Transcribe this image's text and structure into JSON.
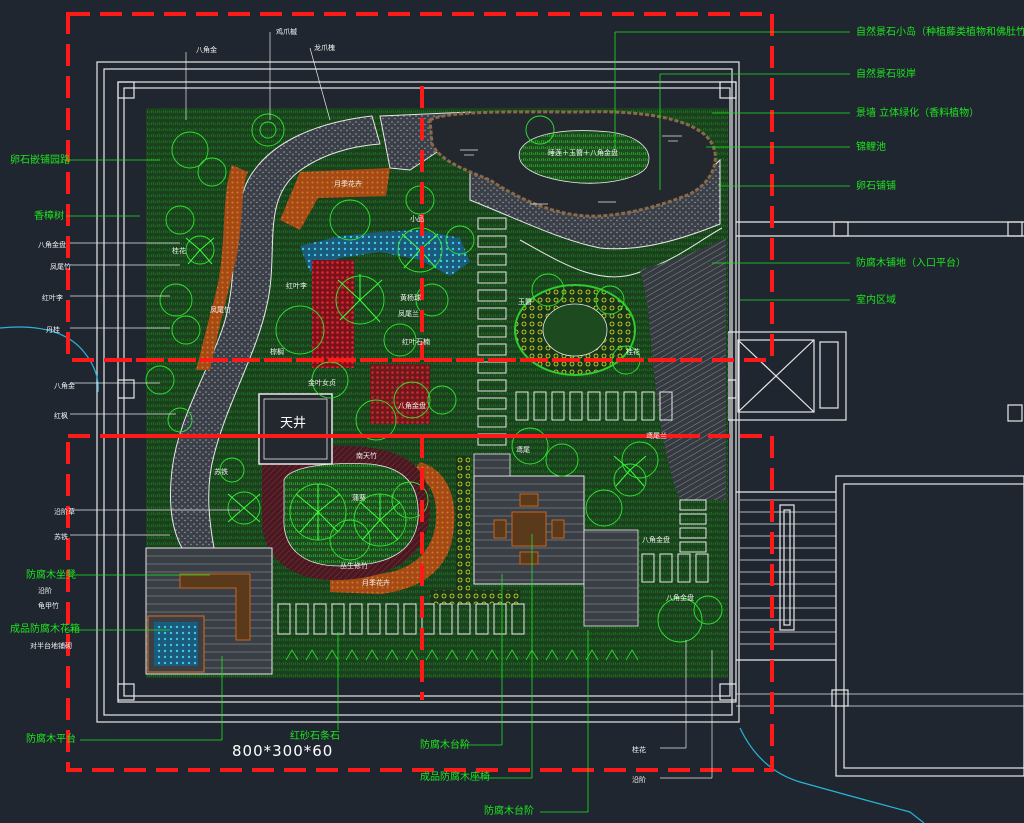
{
  "plan": {
    "skylight_label": "天井",
    "dimension_text": "800*300*60",
    "colors": {
      "background": "#1f2630",
      "zone_border": "#ff1a1a",
      "callout_text": "#1ee61e",
      "linework": "#ffffff",
      "planting": "#19b419",
      "paving_dark": "#3a3f45",
      "timber": "#c8641e",
      "water": "#2fa8d8",
      "red_flowers": "#c81e28"
    },
    "labels_right": [
      "自然景石小岛（种植藤类植物和佛肚竹）",
      "自然景石驳岸",
      "景墙 立体绿化（香料植物）",
      "锦鲤池",
      "卵石铺铺",
      "防腐木铺地（入口平台）",
      "室内区域"
    ],
    "labels_left_green": [
      "卵石嵌铺园路",
      "香樟树",
      "防腐木坐凳",
      "成品防腐木花箱",
      "防腐木平台"
    ],
    "labels_left_white": [
      "八角金盘",
      "凤尾竹",
      "红叶李",
      "丹桂",
      "八角金",
      "红枫",
      "沿阶草",
      "苏铁",
      "沿阶",
      "龟甲竹",
      "对半台地铺砌"
    ],
    "labels_top_white": [
      "八角金",
      "鸡爪槭",
      "龙爪槐"
    ],
    "labels_bottom_green": [
      "红砂石条石",
      "防腐木台阶",
      "成品防腐木座椅",
      "防腐木台阶"
    ],
    "labels_bottom_white": [
      "桂花",
      "沿阶"
    ],
    "labels_interior": [
      "睡莲＋玉簪＋八角金盘",
      "月季花卉",
      "小品",
      "桂花",
      "红叶李",
      "凤尾兰",
      "黄杨球",
      "红叶石楠",
      "金叶女贞",
      "棕榈",
      "苏铁",
      "南天竹",
      "蒲葵",
      "丛生修竹",
      "月季花卉",
      "八角金盘",
      "凤尾竹",
      "玉簪",
      "桂花",
      "鸢尾",
      "鸢尾兰",
      "八角金盘",
      "八角金盘"
    ]
  }
}
